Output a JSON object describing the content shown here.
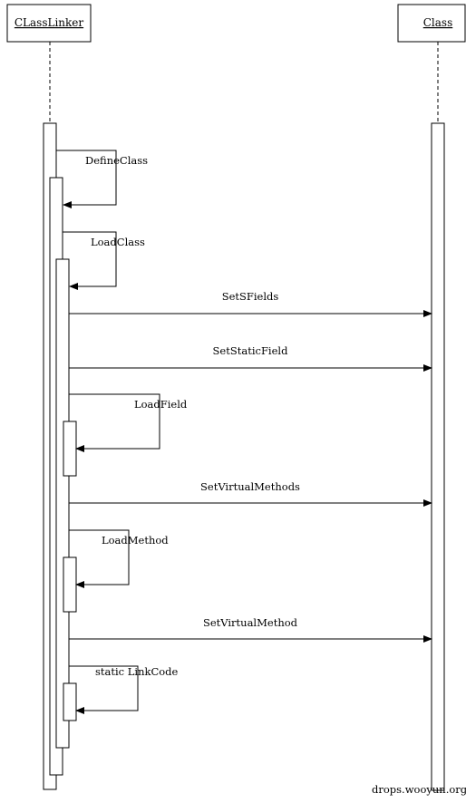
{
  "participants": {
    "left": "CLassLinker",
    "right": "Class"
  },
  "messages": {
    "define_class": "DefineClass",
    "load_class": "LoadClass",
    "set_sfields": "SetSFields",
    "set_static_field": "SetStaticField",
    "load_field": "LoadField",
    "set_virtual_methods": "SetVirtualMethods",
    "load_method": "LoadMethod",
    "set_virtual_method": "SetVirtualMethod",
    "link_code": "static LinkCode"
  },
  "watermark": "drops.wooyun.org",
  "colors": {
    "line": "#000000",
    "background": "#ffffff"
  }
}
